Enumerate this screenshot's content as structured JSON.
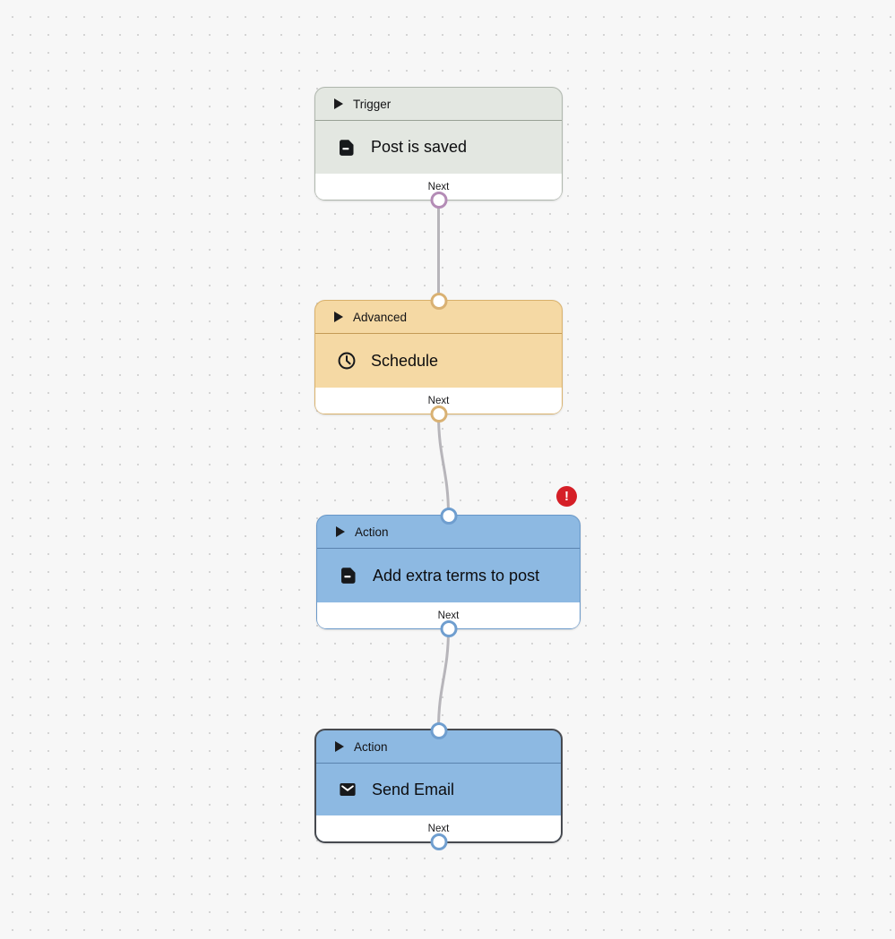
{
  "canvas": {
    "background_color": "#f7f7f7",
    "dot_color": "#d4d4d4",
    "wire_color": "#b7b5ba"
  },
  "error_badge": {
    "symbol": "!",
    "color": "#d51f27",
    "attached_to_node": "Add extra terms to post"
  },
  "nodes": [
    {
      "category": "Trigger",
      "title": "Post is saved",
      "footer_label": "Next",
      "header_icon": "triangle-right-icon",
      "body_icon": "document-icon",
      "has_error": false,
      "selected": false,
      "ports": {
        "top": false,
        "bottom": true
      },
      "colors": {
        "fill": "#e3e7e1",
        "border": "#afb7ad",
        "divider": "#99a196",
        "port": "#b48cb6"
      }
    },
    {
      "category": "Advanced",
      "title": "Schedule",
      "footer_label": "Next",
      "header_icon": "triangle-right-icon",
      "body_icon": "clock-icon",
      "has_error": false,
      "selected": false,
      "ports": {
        "top": true,
        "bottom": true
      },
      "colors": {
        "fill": "#f5d9a4",
        "border": "#d9b16b",
        "divider": "#c49a55",
        "port": "#d9b173"
      }
    },
    {
      "category": "Action",
      "title": "Add extra terms to post",
      "footer_label": "Next",
      "header_icon": "triangle-right-icon",
      "body_icon": "document-icon",
      "has_error": true,
      "selected": false,
      "ports": {
        "top": true,
        "bottom": true
      },
      "colors": {
        "fill": "#8db9e2",
        "border": "#6897c8",
        "divider": "#5a83ae",
        "port": "#6f9ecf"
      }
    },
    {
      "category": "Action",
      "title": "Send Email",
      "footer_label": "Next",
      "header_icon": "triangle-right-icon",
      "body_icon": "envelope-icon",
      "has_error": false,
      "selected": true,
      "ports": {
        "top": true,
        "bottom": true
      },
      "colors": {
        "fill": "#8db9e2",
        "border": "#46494f",
        "divider": "#5a83ae",
        "port": "#6f9ecf"
      }
    }
  ]
}
